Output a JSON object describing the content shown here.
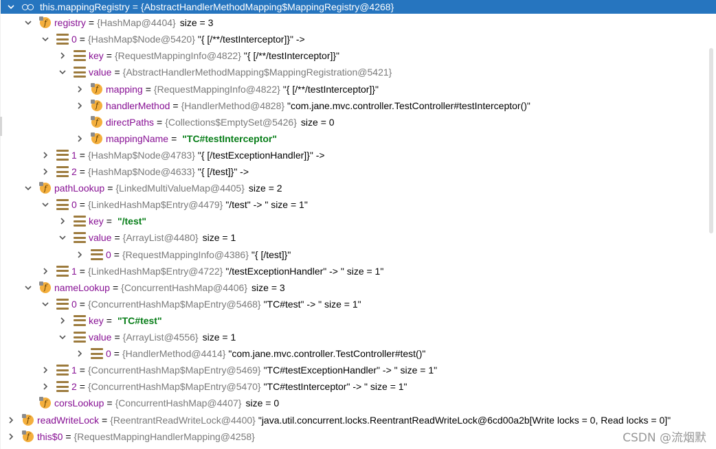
{
  "rows": [
    {
      "depth": 0,
      "arrow": "down",
      "icon": "object",
      "name": "this.mappingRegistry",
      "type": "{AbstractHandlerMethodMapping$MappingRegistry@4268}",
      "value": "",
      "size": "",
      "selected": true
    },
    {
      "depth": 1,
      "arrow": "down",
      "icon": "field",
      "name": "registry",
      "type": "{HashMap@4404}",
      "value": "",
      "size": "size = 3"
    },
    {
      "depth": 2,
      "arrow": "down",
      "icon": "entry",
      "name": "0",
      "type": "{HashMap$Node@5420}",
      "value": "\"{ [/**/testInterceptor]}\" ->",
      "size": ""
    },
    {
      "depth": 3,
      "arrow": "right",
      "icon": "entry",
      "name": "key",
      "type": "{RequestMappingInfo@4822}",
      "value": "\"{ [/**/testInterceptor]}\"",
      "size": ""
    },
    {
      "depth": 3,
      "arrow": "down",
      "icon": "entry",
      "name": "value",
      "type": "{AbstractHandlerMethodMapping$MappingRegistration@5421}",
      "value": "",
      "size": ""
    },
    {
      "depth": 4,
      "arrow": "right",
      "icon": "field",
      "name": "mapping",
      "type": "{RequestMappingInfo@4822}",
      "value": "\"{ [/**/testInterceptor]}\"",
      "size": ""
    },
    {
      "depth": 4,
      "arrow": "right",
      "icon": "field",
      "name": "handlerMethod",
      "type": "{HandlerMethod@4828}",
      "value": "\"com.jane.mvc.controller.TestController#testInterceptor()\"",
      "size": ""
    },
    {
      "depth": 4,
      "arrow": "none",
      "icon": "field",
      "name": "directPaths",
      "type": "{Collections$EmptySet@5426}",
      "value": "",
      "size": "size = 0"
    },
    {
      "depth": 4,
      "arrow": "right",
      "icon": "field",
      "name": "mappingName",
      "type": "",
      "value": "\"TC#testInterceptor\"",
      "size": "",
      "str": true
    },
    {
      "depth": 2,
      "arrow": "right",
      "icon": "entry",
      "name": "1",
      "type": "{HashMap$Node@4783}",
      "value": "\"{ [/testExceptionHandler]}\" ->",
      "size": ""
    },
    {
      "depth": 2,
      "arrow": "right",
      "icon": "entry",
      "name": "2",
      "type": "{HashMap$Node@4633}",
      "value": "\"{ [/test]}\" ->",
      "size": ""
    },
    {
      "depth": 1,
      "arrow": "down",
      "icon": "field",
      "name": "pathLookup",
      "type": "{LinkedMultiValueMap@4405}",
      "value": "",
      "size": "size = 2"
    },
    {
      "depth": 2,
      "arrow": "down",
      "icon": "entry",
      "name": "0",
      "type": "{LinkedHashMap$Entry@4479}",
      "value": "\"/test\" -> \" size = 1\"",
      "size": ""
    },
    {
      "depth": 3,
      "arrow": "right",
      "icon": "entry",
      "name": "key",
      "type": "",
      "value": "\"/test\"",
      "size": "",
      "str": true
    },
    {
      "depth": 3,
      "arrow": "down",
      "icon": "entry",
      "name": "value",
      "type": "{ArrayList@4480}",
      "value": "",
      "size": "size = 1"
    },
    {
      "depth": 4,
      "arrow": "right",
      "icon": "entry",
      "name": "0",
      "type": "{RequestMappingInfo@4386}",
      "value": "\"{ [/test]}\"",
      "size": ""
    },
    {
      "depth": 2,
      "arrow": "right",
      "icon": "entry",
      "name": "1",
      "type": "{LinkedHashMap$Entry@4722}",
      "value": "\"/testExceptionHandler\" -> \" size = 1\"",
      "size": ""
    },
    {
      "depth": 1,
      "arrow": "down",
      "icon": "field",
      "name": "nameLookup",
      "type": "{ConcurrentHashMap@4406}",
      "value": "",
      "size": "size = 3"
    },
    {
      "depth": 2,
      "arrow": "down",
      "icon": "entry",
      "name": "0",
      "type": "{ConcurrentHashMap$MapEntry@5468}",
      "value": "\"TC#test\" -> \" size = 1\"",
      "size": ""
    },
    {
      "depth": 3,
      "arrow": "right",
      "icon": "entry",
      "name": "key",
      "type": "",
      "value": "\"TC#test\"",
      "size": "",
      "str": true
    },
    {
      "depth": 3,
      "arrow": "down",
      "icon": "entry",
      "name": "value",
      "type": "{ArrayList@4556}",
      "value": "",
      "size": "size = 1"
    },
    {
      "depth": 4,
      "arrow": "right",
      "icon": "entry",
      "name": "0",
      "type": "{HandlerMethod@4414}",
      "value": "\"com.jane.mvc.controller.TestController#test()\"",
      "size": ""
    },
    {
      "depth": 2,
      "arrow": "right",
      "icon": "entry",
      "name": "1",
      "type": "{ConcurrentHashMap$MapEntry@5469}",
      "value": "\"TC#testExceptionHandler\" -> \" size = 1\"",
      "size": ""
    },
    {
      "depth": 2,
      "arrow": "right",
      "icon": "entry",
      "name": "2",
      "type": "{ConcurrentHashMap$MapEntry@5470}",
      "value": "\"TC#testInterceptor\" -> \" size = 1\"",
      "size": ""
    },
    {
      "depth": 1,
      "arrow": "none",
      "icon": "field",
      "name": "corsLookup",
      "type": "{ConcurrentHashMap@4407}",
      "value": "",
      "size": "size = 0"
    },
    {
      "depth": 0,
      "arrow": "right",
      "icon": "field",
      "name": "readWriteLock",
      "type": "{ReentrantReadWriteLock@4400}",
      "value": "\"java.util.concurrent.locks.ReentrantReadWriteLock@6cd00a2b[Write locks = 0, Read locks = 0]\"",
      "size": ""
    },
    {
      "depth": 0,
      "arrow": "right",
      "icon": "field",
      "name": "this$0",
      "type": "{RequestMappingHandlerMapping@4258}",
      "value": "",
      "size": ""
    }
  ],
  "watermark": "CSDN @流烟默",
  "colors": {
    "selection": "#2675bf",
    "field_icon": "#f4af3d",
    "entry_icon": "#9c7a3c",
    "string_value": "#067d17",
    "type_text": "#7a7a7a"
  }
}
